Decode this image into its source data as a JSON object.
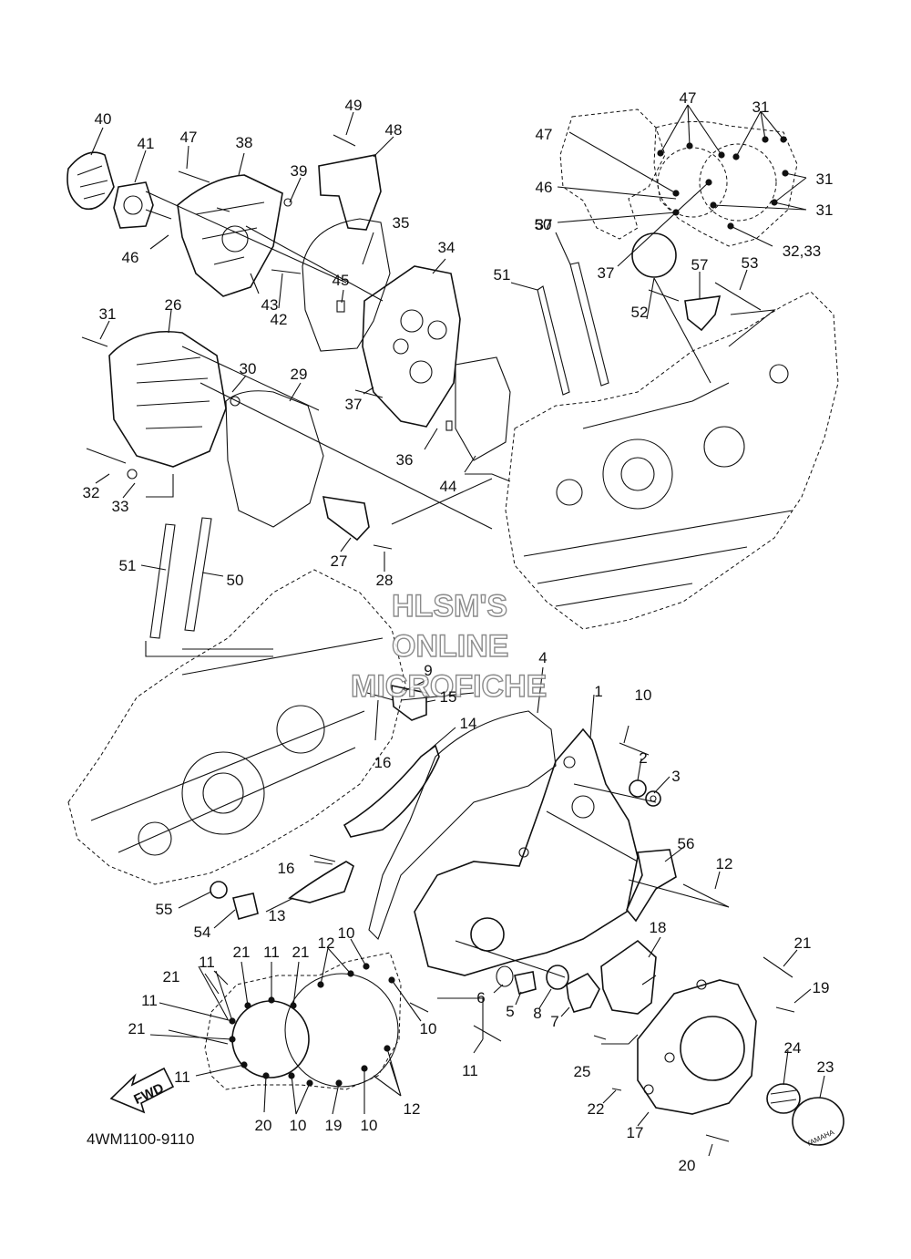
{
  "diagram": {
    "drawing_code": "4WM1100-9110",
    "watermark": [
      "HLSM'S",
      "ONLINE",
      "MICROFICHE"
    ],
    "fwd_arrow_label": "FWD",
    "emblem_text": "YAMAHA",
    "callouts": [
      {
        "text": "40"
      },
      {
        "text": "41"
      },
      {
        "text": "47"
      },
      {
        "text": "38"
      },
      {
        "text": "39"
      },
      {
        "text": "49"
      },
      {
        "text": "48"
      },
      {
        "text": "46"
      },
      {
        "text": "35"
      },
      {
        "text": "34"
      },
      {
        "text": "45"
      },
      {
        "text": "43"
      },
      {
        "text": "42"
      },
      {
        "text": "31"
      },
      {
        "text": "26"
      },
      {
        "text": "30"
      },
      {
        "text": "29"
      },
      {
        "text": "37"
      },
      {
        "text": "36"
      },
      {
        "text": "44"
      },
      {
        "text": "32"
      },
      {
        "text": "33"
      },
      {
        "text": "27"
      },
      {
        "text": "28"
      },
      {
        "text": "51"
      },
      {
        "text": "50"
      },
      {
        "text": "47"
      },
      {
        "text": "47"
      },
      {
        "text": "31"
      },
      {
        "text": "31"
      },
      {
        "text": "46"
      },
      {
        "text": "31"
      },
      {
        "text": "37"
      },
      {
        "text": "37"
      },
      {
        "text": "32,33"
      },
      {
        "text": "50"
      },
      {
        "text": "51"
      },
      {
        "text": "57"
      },
      {
        "text": "53"
      },
      {
        "text": "52"
      },
      {
        "text": "4"
      },
      {
        "text": "9"
      },
      {
        "text": "15"
      },
      {
        "text": "14"
      },
      {
        "text": "16"
      },
      {
        "text": "1"
      },
      {
        "text": "10"
      },
      {
        "text": "2"
      },
      {
        "text": "3"
      },
      {
        "text": "56"
      },
      {
        "text": "12"
      },
      {
        "text": "16"
      },
      {
        "text": "13"
      },
      {
        "text": "55"
      },
      {
        "text": "54"
      },
      {
        "text": "18"
      },
      {
        "text": "21"
      },
      {
        "text": "19"
      },
      {
        "text": "6"
      },
      {
        "text": "5"
      },
      {
        "text": "8"
      },
      {
        "text": "7"
      },
      {
        "text": "10"
      },
      {
        "text": "11"
      },
      {
        "text": "25"
      },
      {
        "text": "24"
      },
      {
        "text": "23"
      },
      {
        "text": "22"
      },
      {
        "text": "17"
      },
      {
        "text": "20"
      },
      {
        "text": "21"
      },
      {
        "text": "11"
      },
      {
        "text": "21"
      },
      {
        "text": "12"
      },
      {
        "text": "10"
      },
      {
        "text": "11"
      },
      {
        "text": "21"
      },
      {
        "text": "11"
      },
      {
        "text": "21"
      },
      {
        "text": "11"
      },
      {
        "text": "20"
      },
      {
        "text": "10"
      },
      {
        "text": "19"
      },
      {
        "text": "10"
      },
      {
        "text": "12"
      }
    ]
  }
}
